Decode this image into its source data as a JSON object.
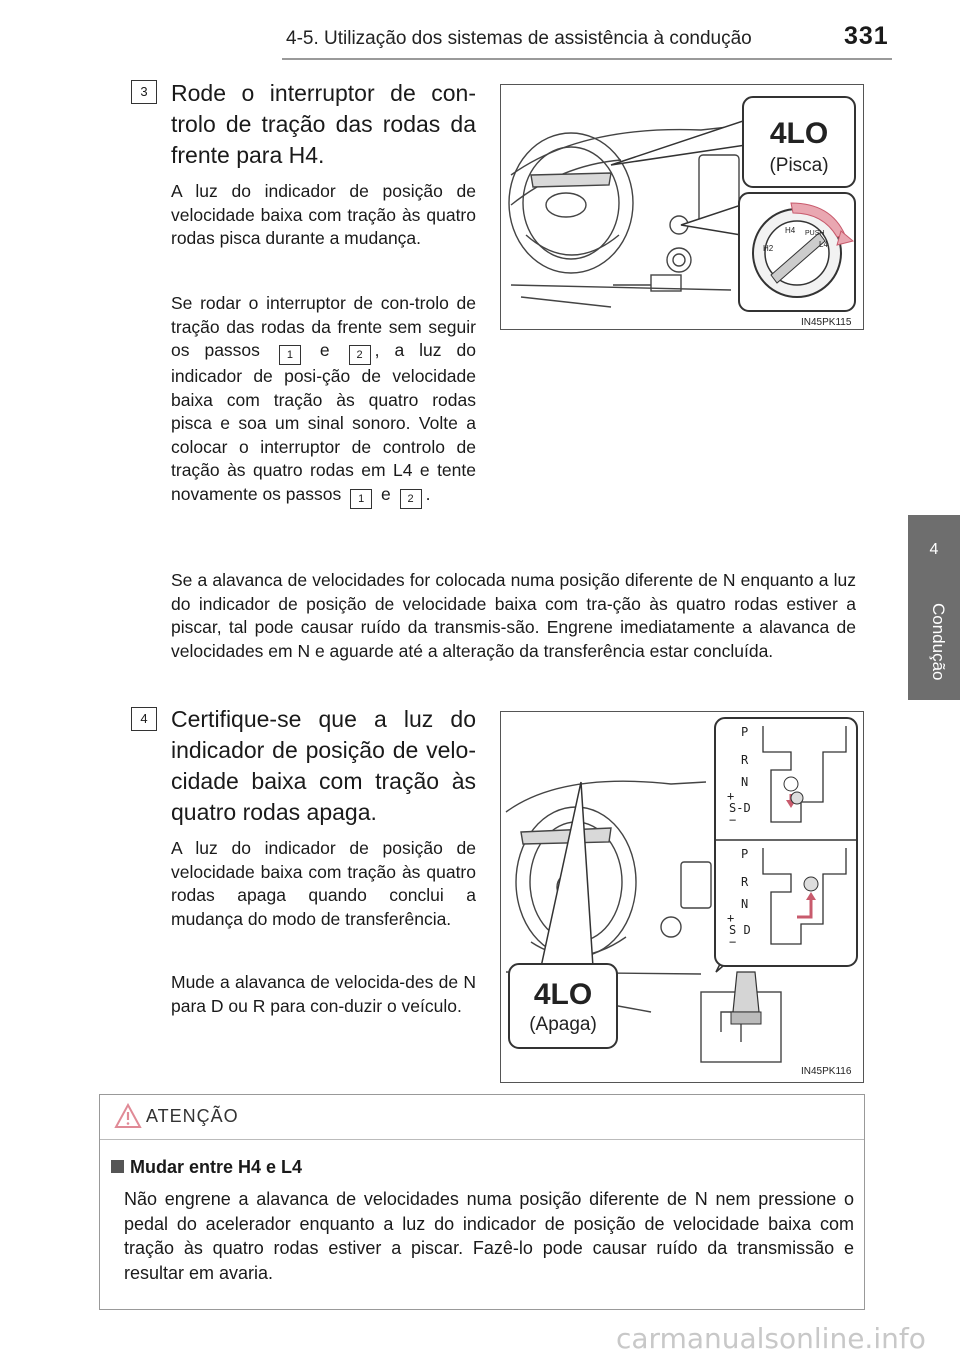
{
  "header": {
    "title": "4-5. Utilização dos sistemas de assistência à condução",
    "page_number": "331"
  },
  "side_tab": {
    "chapter_number": "4",
    "chapter_label": "Condução"
  },
  "step3": {
    "number": "3",
    "title": "Rode o interruptor de con-trolo de tração das rodas da frente para H4.",
    "para1": "A luz do indicador de posição de velocidade baixa com tração às quatro rodas pisca durante a mudança.",
    "para2_a": "Se rodar o interruptor de con-trolo de tração das rodas da frente sem seguir os passos",
    "ref1": "1",
    "para2_b": "e",
    "ref2": "2",
    "para2_c": ", a luz do indicador de posi-ção de velocidade baixa com tração às quatro rodas pisca e soa um sinal sonoro. Volte a colocar o interruptor de controlo de tração às quatro rodas em L4 e tente novamente os passos",
    "ref3": "1",
    "para2_d": "e",
    "ref4": "2",
    "para2_e": ".",
    "para3": "Se a alavanca de velocidades for colocada numa posição diferente de N enquanto a luz do indicador de posição de velocidade baixa com tra-ção às quatro rodas estiver a piscar, tal pode causar ruído da transmis-são. Engrene imediatamente a alavanca de velocidades em N e aguarde até a alteração da transferência estar concluída.",
    "figure": {
      "callout_main": "4LO",
      "callout_sub": "(Pisca)",
      "switch_labels": [
        "H4",
        "PUSH",
        "L4",
        "H2"
      ],
      "code": "IN45PK115"
    }
  },
  "step4": {
    "number": "4",
    "title": "Certifique-se que a luz do indicador de posição de velo-cidade baixa com tração às quatro rodas apaga.",
    "para1": "A luz do indicador de posição de velocidade baixa com tração às quatro rodas apaga quando conclui a mudança do modo de transferência.",
    "para2": "Mude a alavanca de velocida-des de N para D ou R para con-duzir o veículo.",
    "figure": {
      "callout_main": "4LO",
      "callout_sub": "(Apaga)",
      "gate_top": [
        "P",
        "R",
        "N",
        "+",
        "S-D",
        "−"
      ],
      "gate_bottom": [
        "P",
        "R",
        "N",
        "+",
        "S D",
        "−"
      ],
      "code": "IN45PK116"
    }
  },
  "warning": {
    "label": "ATENÇÃO",
    "subheading": "Mudar entre H4 e L4",
    "text": "Não engrene a alavanca de velocidades numa posição diferente de N nem pressione o pedal do acelerador enquanto a luz do indicador de posição de velocidade baixa com tração às quatro rodas estiver a piscar. Fazê-lo pode causar ruído da transmissão e resultar em avaria."
  },
  "watermark": "carmanualsonline.info"
}
